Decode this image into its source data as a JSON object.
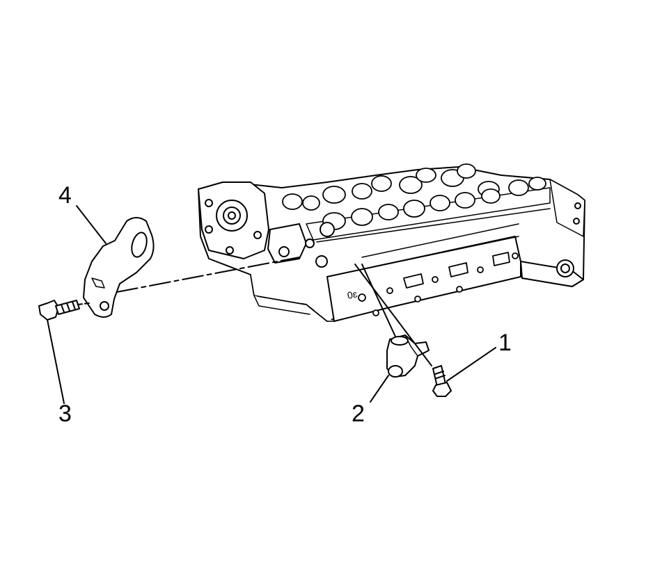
{
  "callouts": {
    "one": "1",
    "two": "2",
    "three": "3",
    "four": "4"
  },
  "parts": [
    {
      "id": "1",
      "icon": "bolt-icon"
    },
    {
      "id": "2",
      "icon": "camshaft-position-sensor-icon"
    },
    {
      "id": "3",
      "icon": "bolt-icon"
    },
    {
      "id": "4",
      "icon": "bracket-icon"
    },
    {
      "id": "head",
      "icon": "cylinder-head-icon"
    }
  ],
  "colors": {
    "line": "#000000",
    "fill": "#ffffff"
  }
}
